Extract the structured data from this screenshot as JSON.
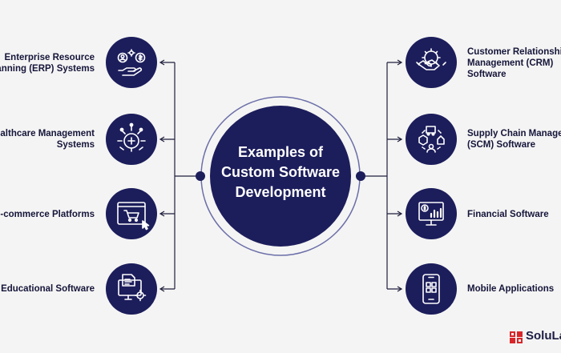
{
  "center": {
    "lines": [
      "Examples of",
      "Custom Software",
      "Development"
    ]
  },
  "left_items": [
    {
      "lines": [
        "Enterprise Resource",
        "Planning (ERP) Systems"
      ],
      "icon": "erp-icon"
    },
    {
      "lines": [
        "Healthcare Management",
        "Systems"
      ],
      "icon": "healthcare-gear-icon"
    },
    {
      "lines": [
        "E-commerce Platforms"
      ],
      "icon": "ecommerce-cart-icon"
    },
    {
      "lines": [
        "Educational Software"
      ],
      "icon": "education-computer-icon"
    }
  ],
  "right_items": [
    {
      "lines": [
        "Customer Relationship",
        "Management (CRM)",
        "Software"
      ],
      "icon": "crm-handshake-icon"
    },
    {
      "lines": [
        "Supply Chain Management",
        "(SCM) Software"
      ],
      "icon": "supply-chain-icon"
    },
    {
      "lines": [
        "Financial Software"
      ],
      "icon": "financial-chart-icon"
    },
    {
      "lines": [
        "Mobile Applications"
      ],
      "icon": "mobile-apps-icon"
    }
  ],
  "brand": {
    "name": "SoluLab"
  },
  "colors": {
    "navy": "#1c1d5b",
    "line": "#1f1f3d",
    "ring": "#6b6ea8",
    "background": "#f4f4f4"
  }
}
